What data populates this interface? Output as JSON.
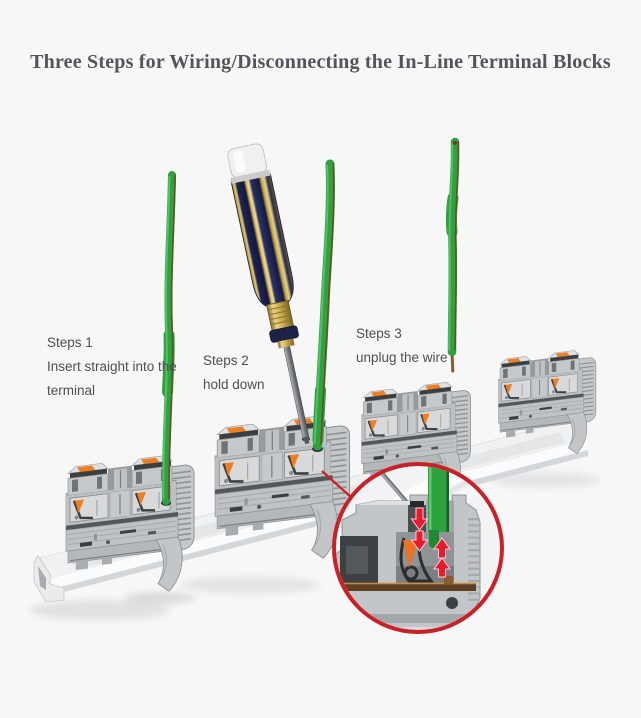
{
  "title": "Three Steps for Wiring/Disconnecting the In-Line Terminal Blocks",
  "steps": [
    {
      "lines": [
        "Steps 1",
        "Insert straight into the",
        "terminal"
      ]
    },
    {
      "lines": [
        "Steps 2",
        "hold down"
      ]
    },
    {
      "lines": [
        "Steps 3",
        "unplug the wire"
      ]
    }
  ],
  "colors": {
    "background": "#f7f7f8",
    "title_text": "#57525b",
    "step_text": "#4e4f51",
    "wire_green": "#2da23f",
    "wire_copper": "#7a3a1f",
    "block_gray": "#c3c6c8",
    "clamp_orange": "#ee7122",
    "magnifier_ring_red": "#c92127",
    "arrow_red": "#e71b2d",
    "screwdriver_navy": "#1d2348",
    "screwdriver_gold": "#d4b65c",
    "rail_silver": "#eff1f2"
  }
}
